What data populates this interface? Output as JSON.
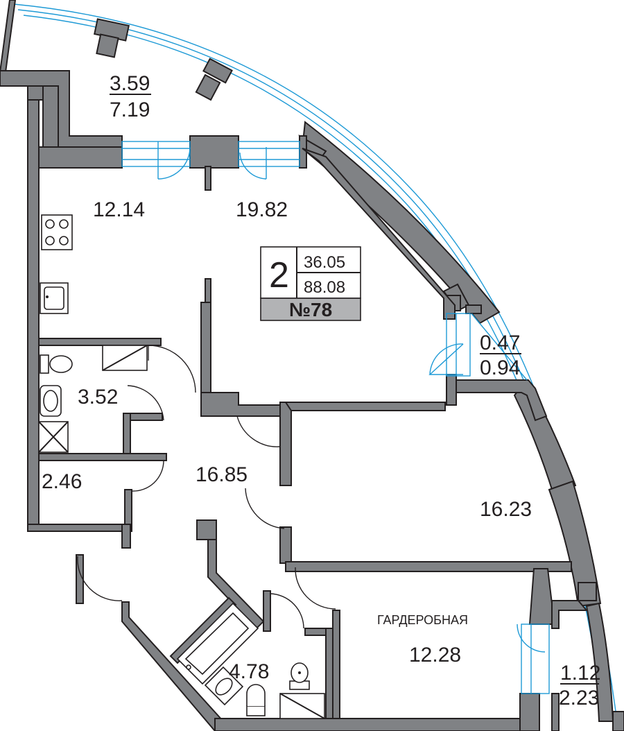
{
  "apartment": {
    "rooms_count": "2",
    "living_area": "36.05",
    "total_area": "88.08",
    "number": "№78"
  },
  "rooms": {
    "balcony_top": {
      "area": "3.59",
      "area_with_coef": "7.19"
    },
    "kitchen": {
      "area": "12.14"
    },
    "living_room": {
      "area": "19.82"
    },
    "bathroom_small": {
      "area": "3.52"
    },
    "storage": {
      "area": "2.46"
    },
    "hallway": {
      "area": "16.85"
    },
    "bedroom": {
      "area": "16.23"
    },
    "wardrobe": {
      "name": "ГАРДЕРОБНАЯ",
      "area": "12.28"
    },
    "bathroom_large": {
      "area": "4.78"
    },
    "balcony_small": {
      "area": "0.47",
      "area_with_coef": "0.94"
    },
    "balcony_corner": {
      "area": "1.12",
      "area_with_coef": "2.23"
    }
  },
  "colors": {
    "wall": "#808285",
    "line": "#231f20",
    "window": "#1e9ad6",
    "badge": "#b2b3b5"
  }
}
